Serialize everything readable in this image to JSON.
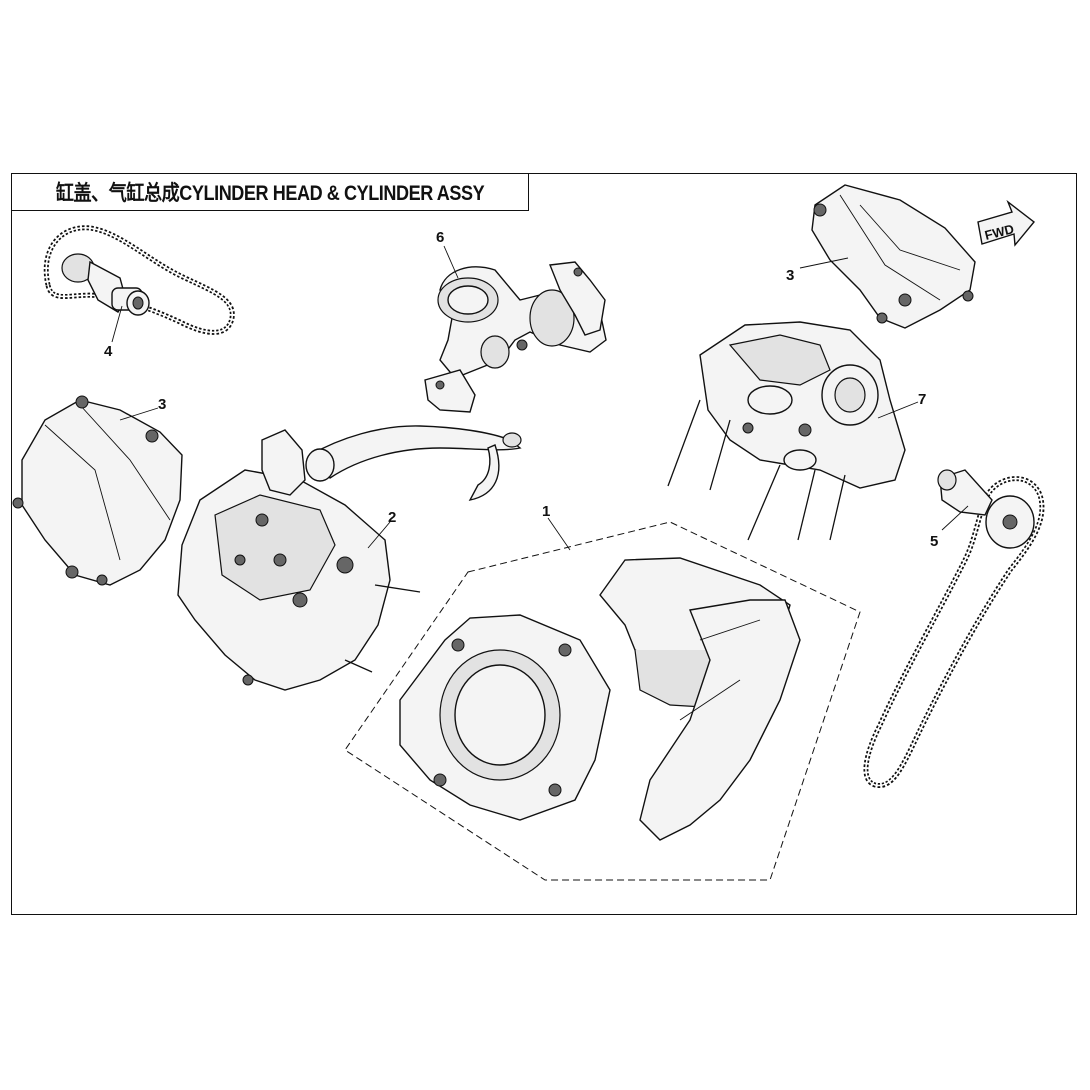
{
  "title": "缸盖、气缸总成CYLINDER HEAD & CYLINDER ASSY",
  "fwd_label": "FWD",
  "callouts": {
    "c1": "1",
    "c2": "2",
    "c3a": "3",
    "c3b": "3",
    "c4": "4",
    "c5": "5",
    "c6": "6",
    "c7": "7"
  }
}
